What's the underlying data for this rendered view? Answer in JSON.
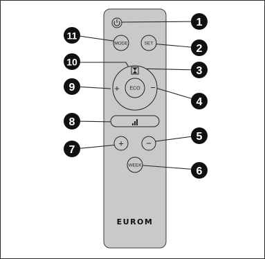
{
  "remote": {
    "body_color": "#c9c9c9",
    "outline_color": "#3a3a3a",
    "buttons": {
      "power_icon": "power-icon",
      "mode_label": "MODE",
      "set_label": "SET",
      "eco_label": "ECO",
      "plus_left_label": "+",
      "minus_right_label": "−",
      "signal_icon": "signal-bars-icon",
      "plus_label": "+",
      "minus_label": "−",
      "week_label": "WEEK"
    },
    "brand": "EUROM"
  },
  "callouts": [
    {
      "number": "1"
    },
    {
      "number": "2"
    },
    {
      "number": "3"
    },
    {
      "number": "4"
    },
    {
      "number": "5"
    },
    {
      "number": "6"
    },
    {
      "number": "7"
    },
    {
      "number": "8"
    },
    {
      "number": "9"
    },
    {
      "number": "10"
    },
    {
      "number": "11"
    }
  ]
}
